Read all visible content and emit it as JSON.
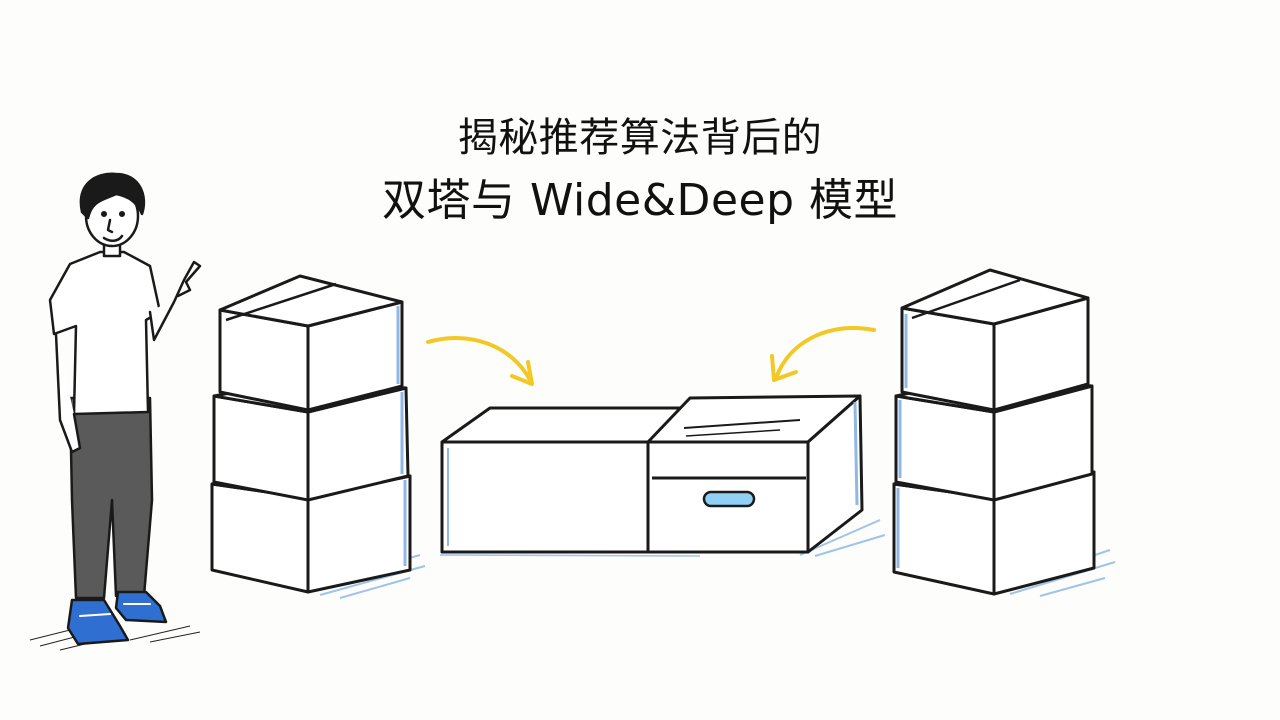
{
  "title": {
    "line1": "揭秘推荐算法背后的",
    "line2": "双塔与 Wide&Deep 模型"
  },
  "colors": {
    "ink": "#1a1a1a",
    "blue_shade": "#8fb8e6",
    "arrow_yellow": "#f2c824",
    "shoe_blue": "#2f6fd1",
    "pants_gray": "#5a5a5a"
  },
  "icons": {
    "person": "person-pointing-illustration",
    "box_stack": "cardboard-box-stack",
    "arrow": "curved-arrow"
  }
}
